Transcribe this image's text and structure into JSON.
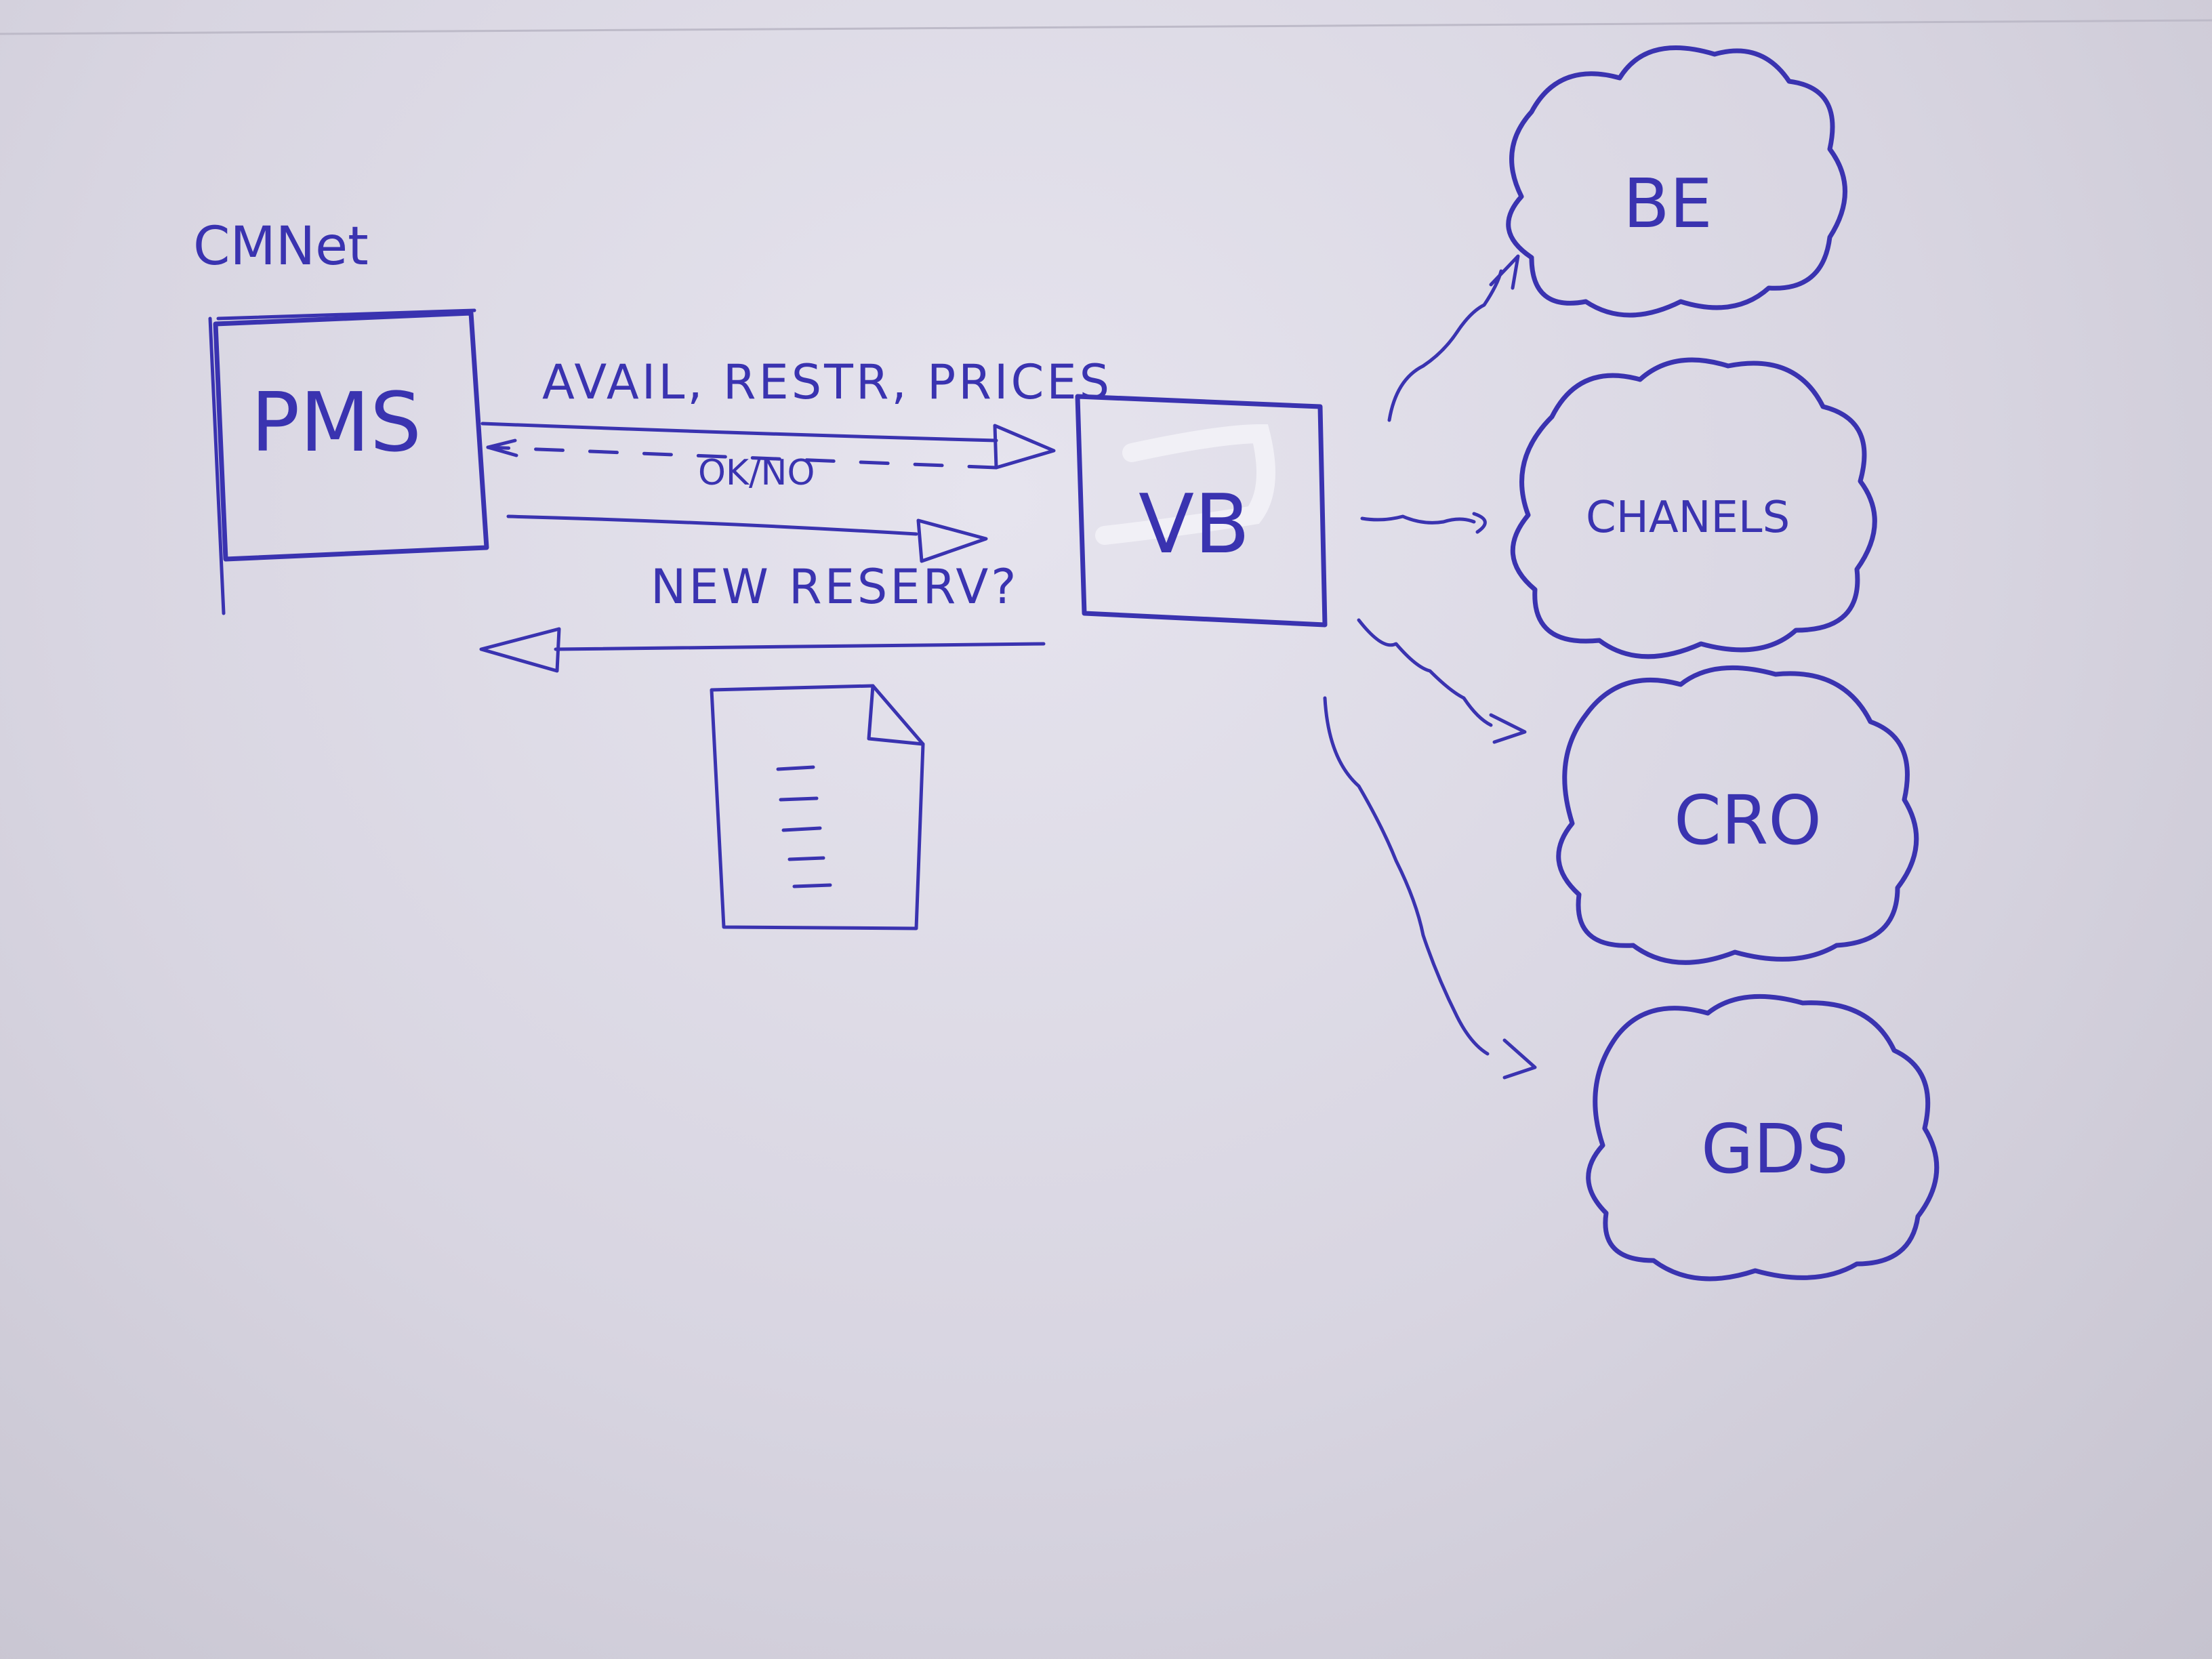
{
  "title": "CMNet",
  "nodes": {
    "pms": "PMS",
    "vb": "VB",
    "clouds": [
      "BE",
      "CHANELS",
      "CRO",
      "GDS"
    ]
  },
  "edges": {
    "avail": "AVAIL, RESTR, PRICES",
    "ok": "OK/NO",
    "reserv": "NEW RESERV?"
  },
  "colors": {
    "ink": "#3a33b0",
    "paper": "#dcd9e4"
  }
}
